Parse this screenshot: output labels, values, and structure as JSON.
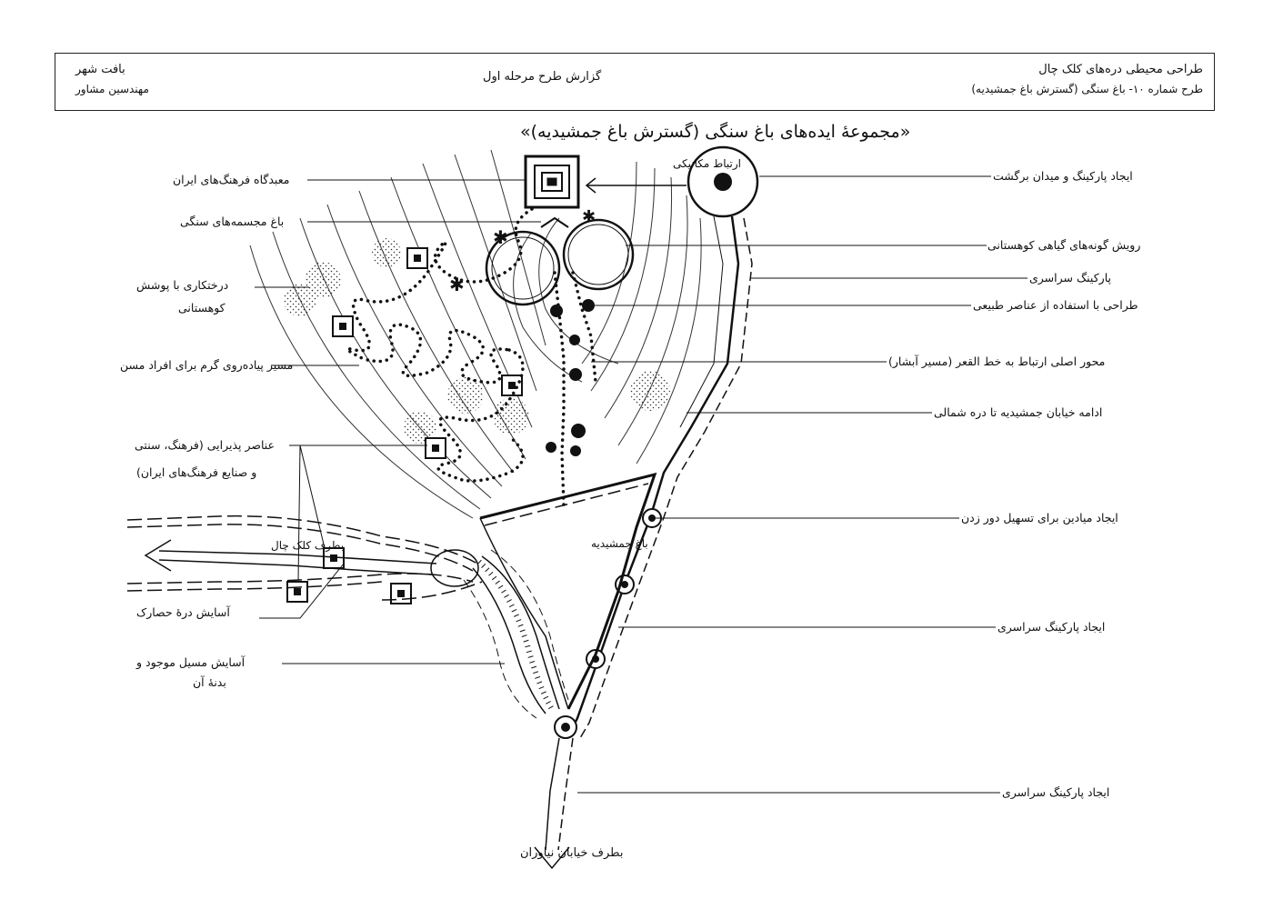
{
  "header": {
    "right_line1": "طراحی محیطی دره‌های کلک چال",
    "right_line2": "طرح شماره ۱۰- باغ سنگی (گسترش باغ جمشیدیه)",
    "center": "گزارش طرح مرحله اول",
    "left_line1": "بافت شهر",
    "left_line2": "مهندسین مشاور"
  },
  "diagram": {
    "main_title": "«مجموعهٔ ایده‌های باغ سنگی (گسترش باغ جمشیدیه)»",
    "inner": {
      "visual_connection": "ارتباط مکانیکی",
      "garden_name": "باغ جمشیدیه",
      "toward_kolakchal": "بطرف کلک چال",
      "toward_niavaran": "بطرف خیابان نیاوران"
    },
    "left_labels": {
      "exhibition": "معبدگاه فرهنگ‌های ایران",
      "stone_statues": "باغ مجسمه‌های سنگی",
      "tree_planting_1": "درختکاری با پوشش",
      "tree_planting_2": "کوهستانی",
      "walking_path": "مسیر پیاده‌روی گرم برای افراد مسن",
      "reception_1": "عناصر پذیرایی (فرهنگ، سنتی",
      "reception_2": "و صنایع فرهنگ‌های ایران)",
      "hesarak": "آسایش درهٔ حصارک",
      "existing_1": "آسایش مسیل موجود و",
      "existing_2": "بدنهٔ آن"
    },
    "right_labels": {
      "parking_return": "ایجاد پارکینگ و میدان برگشت",
      "mountain_plants": "رویش گونه‌های گیاهی کوهستانی",
      "parking_along_1": "پارکینگ سراسری",
      "natural_elements": "طراحی با استفاده از عناصر طبیعی",
      "main_axis": "محور اصلی ارتباط به خط القعر (مسیر آبشار)",
      "jamshidieh_street": "ادامه خیابان جمشیدیه تا دره شمالی",
      "squares": "ایجاد میادین برای تسهیل دور زدن",
      "parking_along_2": "ایجاد پارکینگ سراسری",
      "parking_along_3": "ایجاد پارکینگ سراسری"
    }
  }
}
